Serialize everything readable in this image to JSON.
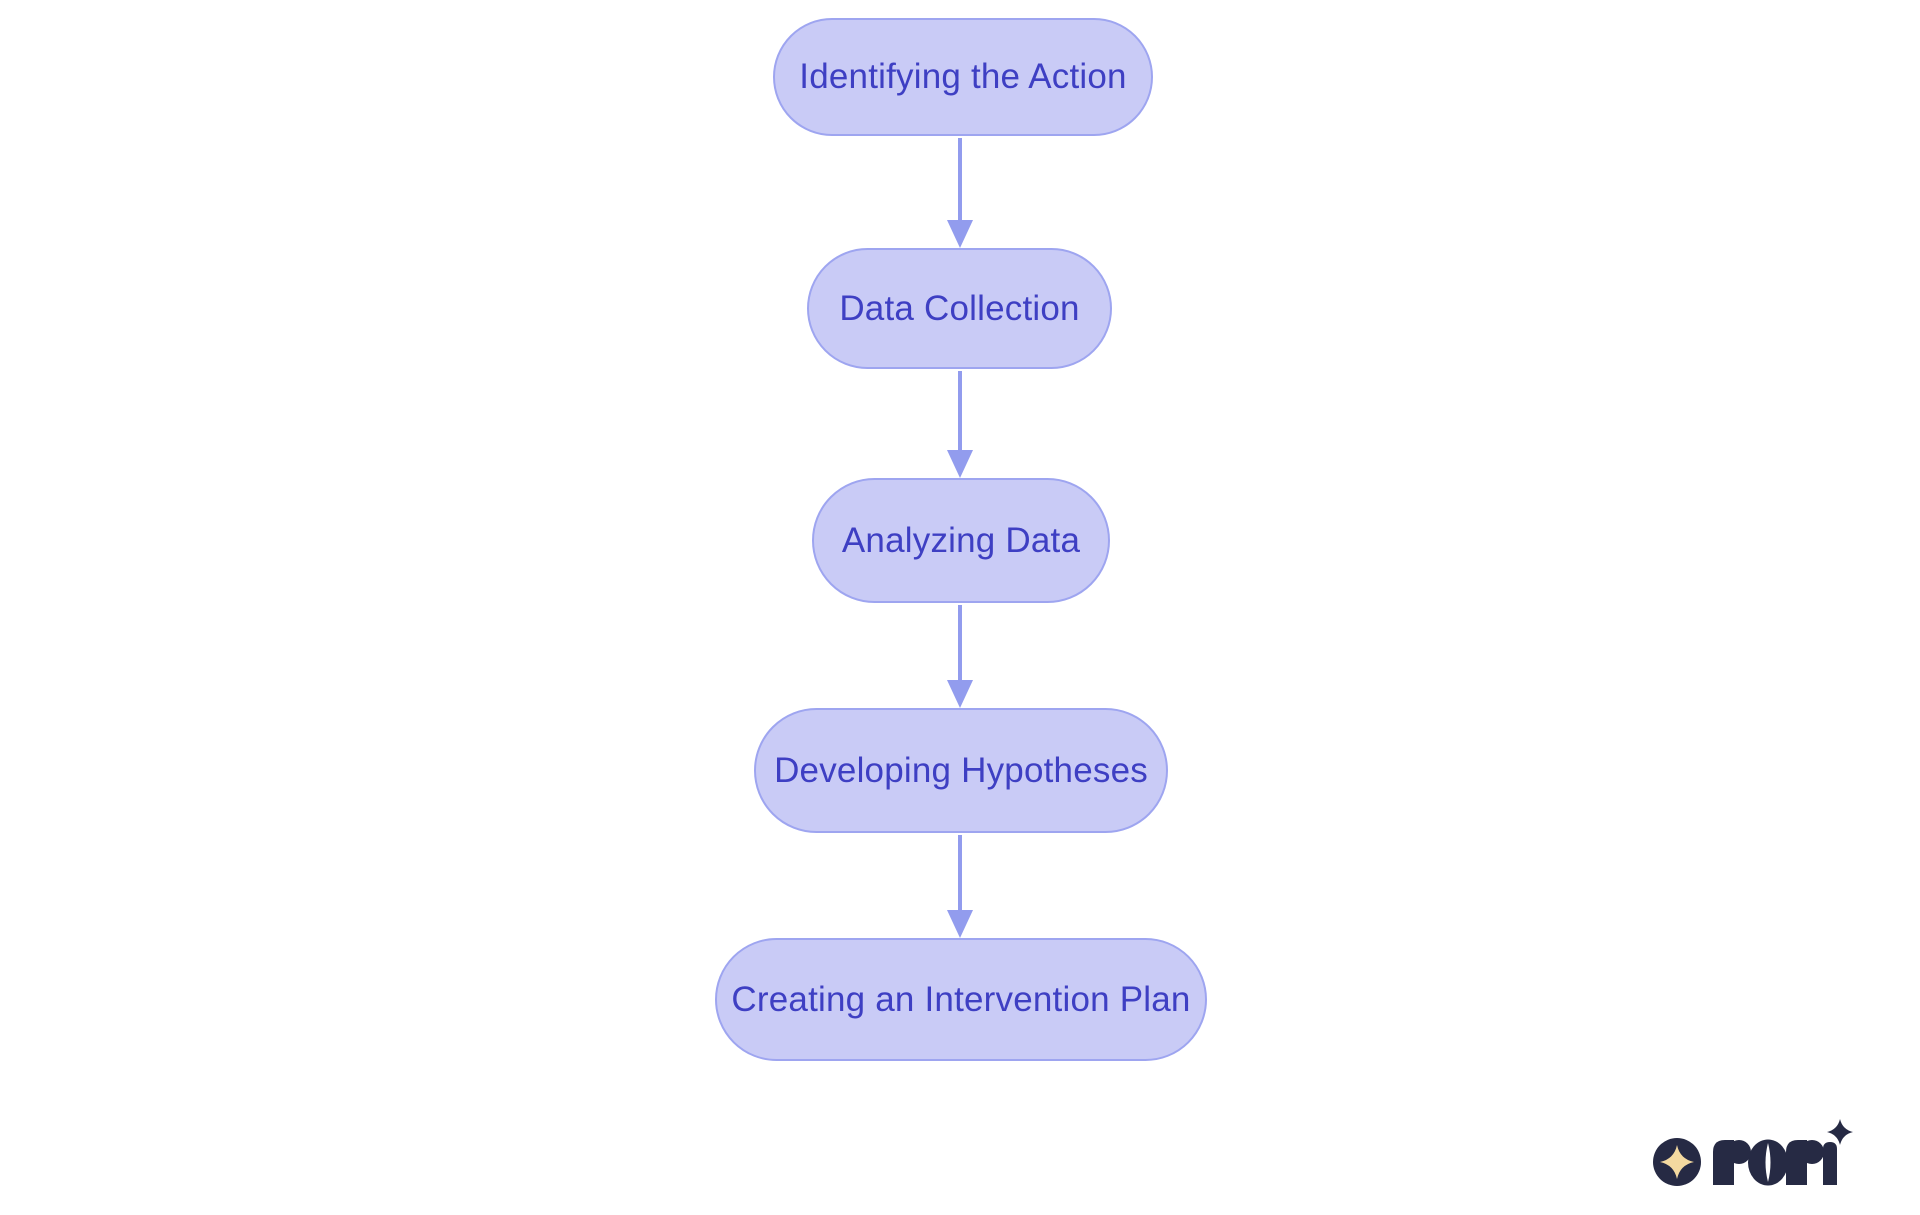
{
  "diagram": {
    "type": "flowchart",
    "direction": "top-down",
    "nodes": [
      {
        "id": "node-1",
        "label": "Identifying the Action"
      },
      {
        "id": "node-2",
        "label": "Data Collection"
      },
      {
        "id": "node-3",
        "label": "Analyzing Data"
      },
      {
        "id": "node-4",
        "label": "Developing Hypotheses"
      },
      {
        "id": "node-5",
        "label": "Creating an Intervention Plan"
      }
    ],
    "edges": [
      {
        "from": "Identifying the Action",
        "to": "Data Collection"
      },
      {
        "from": "Data Collection",
        "to": "Analyzing Data"
      },
      {
        "from": "Analyzing Data",
        "to": "Developing Hypotheses"
      },
      {
        "from": "Developing Hypotheses",
        "to": "Creating an Intervention Plan"
      }
    ],
    "colors": {
      "node_fill": "#c9cbf6",
      "node_border": "#9ea5f0",
      "node_text": "#3e3fc3",
      "arrow": "#929cee",
      "background": "#ffffff"
    }
  },
  "logo": {
    "brand": "rori",
    "icons": [
      "sparkle-badge-icon",
      "sparkle-star-icon"
    ],
    "colors": {
      "mark": "#262a44",
      "star": "#f3d9a0"
    }
  }
}
